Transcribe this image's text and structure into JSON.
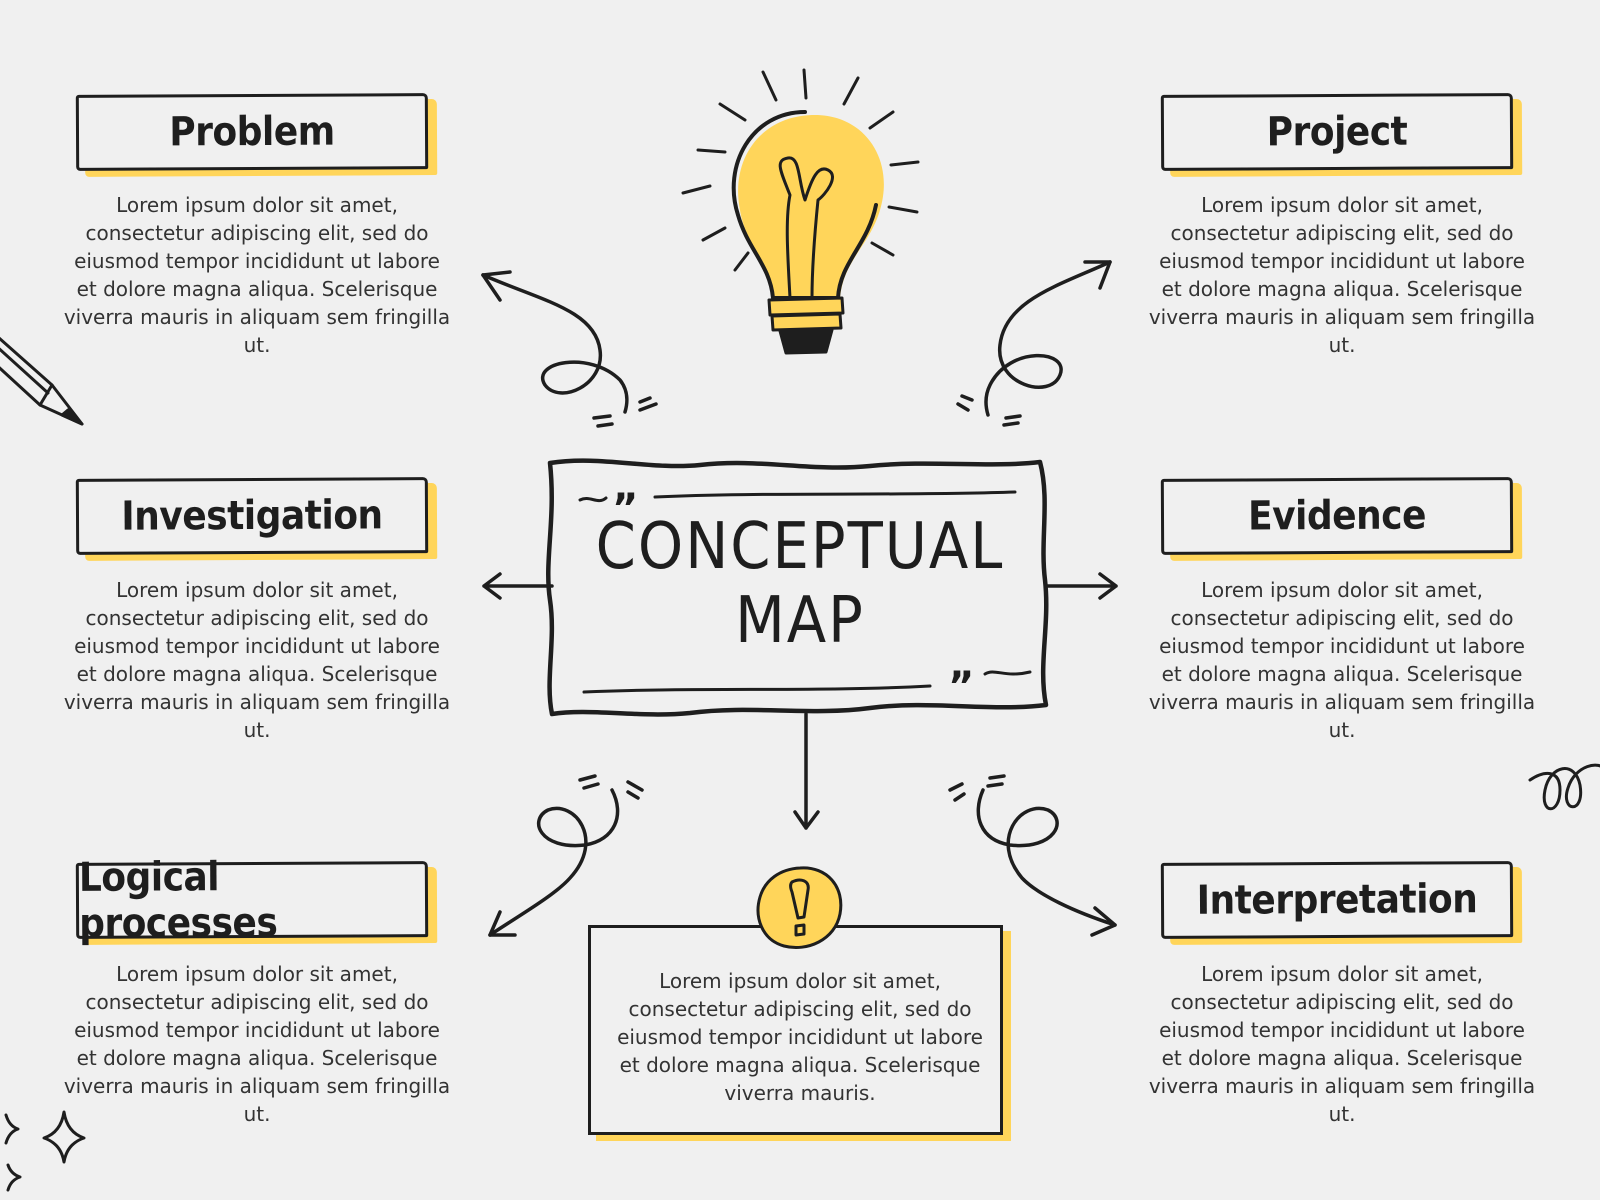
{
  "center": {
    "line1": "CONCEPTUAL",
    "line2": "MAP"
  },
  "nodes": {
    "problem": {
      "title": "Problem",
      "text": "Lorem ipsum dolor sit amet, consectetur adipiscing elit, sed do eiusmod tempor incididunt ut labore et dolore magna aliqua. Scelerisque viverra mauris in aliquam sem fringilla ut."
    },
    "project": {
      "title": "Project",
      "text": "Lorem ipsum dolor sit amet, consectetur adipiscing elit, sed do eiusmod tempor incididunt ut labore et dolore magna aliqua. Scelerisque viverra mauris in aliquam sem fringilla ut."
    },
    "investigation": {
      "title": "Investigation",
      "text": "Lorem ipsum dolor sit amet, consectetur adipiscing elit, sed do eiusmod tempor incididunt ut labore et dolore magna aliqua. Scelerisque viverra mauris in aliquam sem fringilla ut."
    },
    "evidence": {
      "title": "Evidence",
      "text": "Lorem ipsum dolor sit amet, consectetur adipiscing elit, sed do eiusmod tempor incididunt ut labore et dolore magna aliqua. Scelerisque viverra mauris in aliquam sem fringilla ut."
    },
    "logical": {
      "title": "Logical processes",
      "text": "Lorem ipsum dolor sit amet, consectetur adipiscing elit, sed do eiusmod tempor incididunt ut labore et dolore magna aliqua. Scelerisque viverra mauris in aliquam sem fringilla ut."
    },
    "interpretation": {
      "title": "Interpretation",
      "text": "Lorem ipsum dolor sit amet, consectetur adipiscing elit, sed do eiusmod tempor incididunt ut labore et dolore magna aliqua. Scelerisque viverra mauris in aliquam sem fringilla ut."
    },
    "bottom": {
      "text": "Lorem ipsum dolor sit amet, consectetur adipiscing elit, sed do eiusmod tempor incididunt ut labore et dolore magna aliqua. Scelerisque viverra mauris."
    }
  },
  "colors": {
    "accent": "#ffd55a",
    "ink": "#1e1e1e",
    "background": "#f0f0f0"
  },
  "icons": [
    "lightbulb-icon",
    "pencil-icon",
    "exclamation-icon",
    "sparkle-icon",
    "squiggle-icon"
  ]
}
